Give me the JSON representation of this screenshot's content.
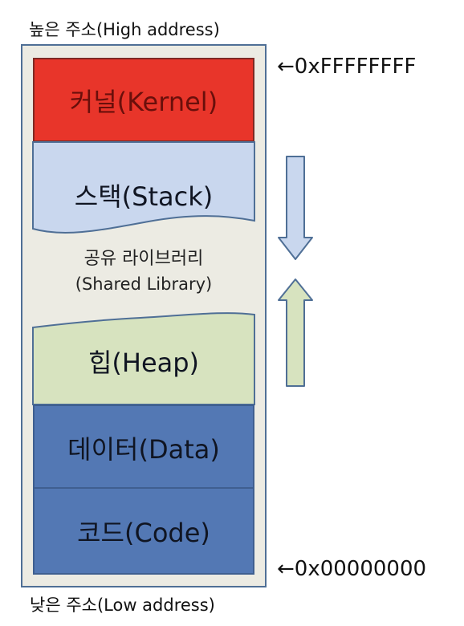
{
  "captions": {
    "high": "높은 주소(High address)",
    "low": "낮은 주소(Low address)"
  },
  "segments": {
    "kernel": "커널(Kernel)",
    "stack": "스택(Stack)",
    "shared_line1": "공유 라이브러리",
    "shared_line2": "(Shared Library)",
    "heap": "힙(Heap)",
    "data": "데이터(Data)",
    "code": "코드(Code)"
  },
  "addresses": {
    "high": "←0xFFFFFFFF",
    "low": "←0x00000000"
  },
  "colors": {
    "kernel": "#e8352a",
    "stack": "#c9d7ee",
    "heap": "#d7e3bf",
    "data_code": "#5378b4",
    "background": "#ecebe3"
  }
}
